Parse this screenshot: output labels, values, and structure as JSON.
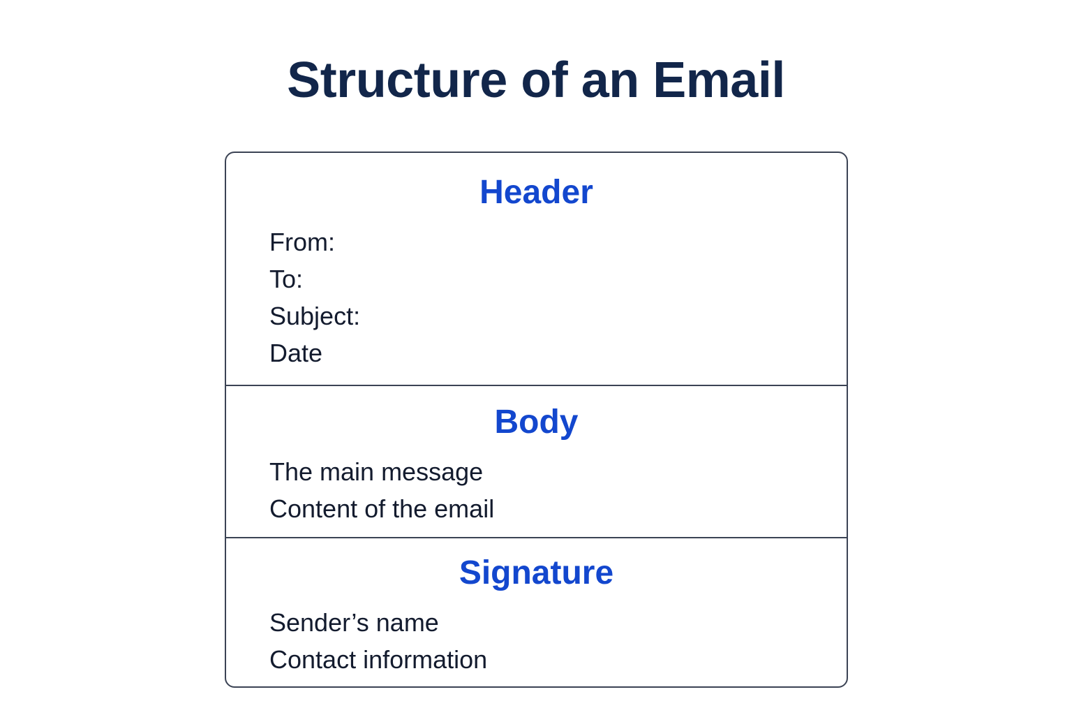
{
  "page": {
    "title": "Structure of an Email",
    "background_color": "#FFFFFF",
    "title_color": "#12264A",
    "heading_color": "#1347CE",
    "text_color": "#131B2E",
    "border_color": "#3B4354"
  },
  "diagram": {
    "sections": [
      {
        "heading": "Header",
        "lines": [
          "From:",
          "To:",
          "Subject:",
          "Date"
        ]
      },
      {
        "heading": "Body",
        "lines": [
          "The main message",
          "Content of the email"
        ]
      },
      {
        "heading": "Signature",
        "lines": [
          "Sender’s name",
          "Contact information"
        ]
      }
    ]
  }
}
